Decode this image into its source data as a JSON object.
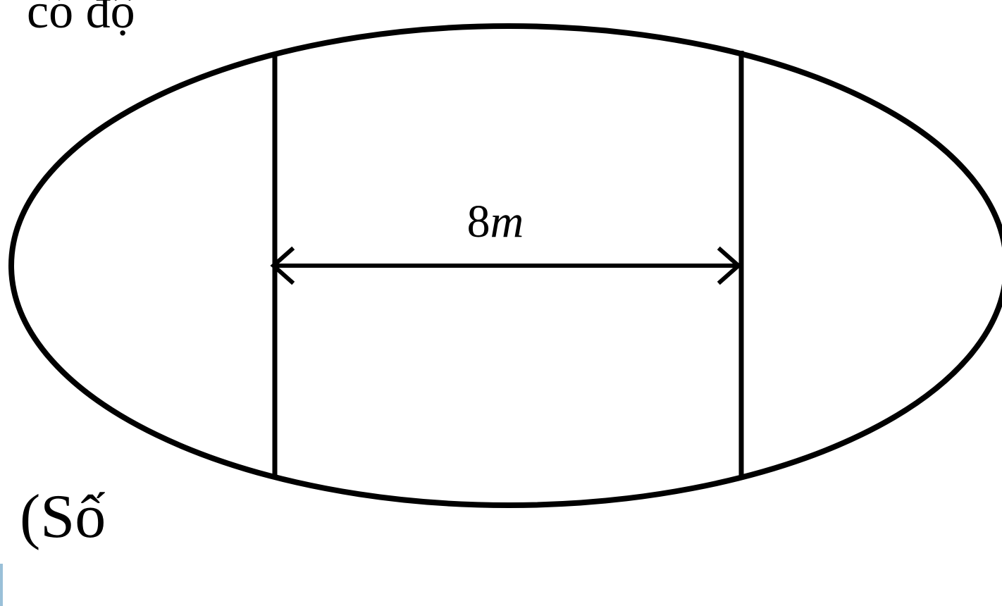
{
  "diagram": {
    "dimension_label": {
      "value": "8",
      "unit": "m"
    },
    "cropped_text_top": "có độ",
    "cropped_text_bottom": "(Số",
    "colors": {
      "stroke": "#000000",
      "background": "#ffffff"
    }
  }
}
